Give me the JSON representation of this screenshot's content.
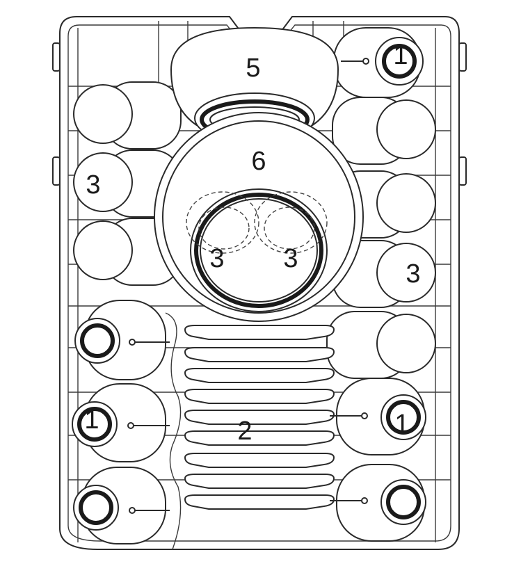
{
  "diagram": {
    "labels": {
      "mug": "1",
      "plate": "2",
      "cup": "3",
      "bowl_small": "5",
      "bowl_large": "6"
    }
  }
}
